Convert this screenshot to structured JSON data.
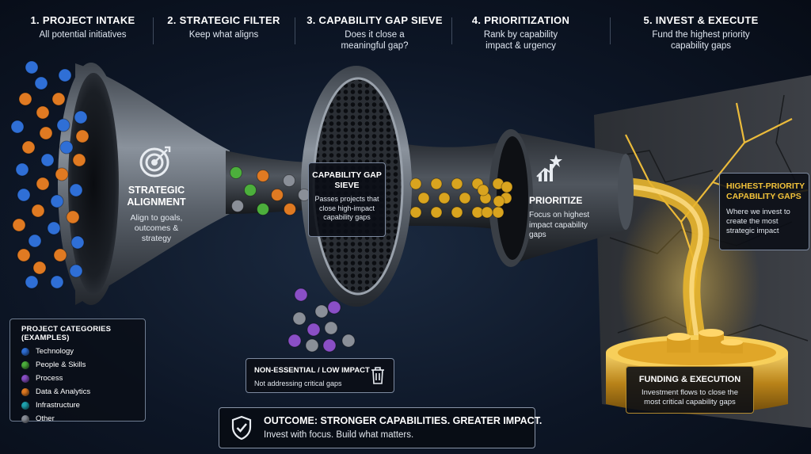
{
  "steps": [
    {
      "title": "1. PROJECT INTAKE",
      "subtitle": "All potential initiatives"
    },
    {
      "title": "2. STRATEGIC FILTER",
      "subtitle": "Keep what aligns"
    },
    {
      "title": "3. CAPABILITY GAP SIEVE",
      "subtitle": "Does it close a\nmeaningful gap?"
    },
    {
      "title": "4. PRIORITIZATION",
      "subtitle": "Rank by capability\nimpact & urgency"
    },
    {
      "title": "5. INVEST & EXECUTE",
      "subtitle": "Fund the highest priority\ncapability gaps"
    }
  ],
  "strategic_alignment": {
    "title": "STRATEGIC\nALIGNMENT",
    "text": "Align to goals,\noutcomes &\nstrategy",
    "icon": "target-icon"
  },
  "sieve": {
    "title": "CAPABILITY GAP\nSIEVE",
    "text": "Passes projects that\nclose high-impact\ncapability gaps"
  },
  "prioritize": {
    "title": "PRIORITIZE",
    "text": "Focus on highest\nimpact capability\ngaps",
    "icon": "bar-chart-icon"
  },
  "highest_priority": {
    "title": "HIGHEST-PRIORITY\nCAPABILITY GAPS",
    "text": "Where we invest to\ncreate the most\nstrategic impact",
    "title_color": "#f2c23a"
  },
  "funding": {
    "title": "FUNDING & EXECUTION",
    "text": "Investment flows to close the\nmost critical capability gaps"
  },
  "rejected": {
    "title": "NON-ESSENTIAL / LOW IMPACT",
    "text": "Not addressing critical gaps",
    "icon": "trash-icon"
  },
  "legend": {
    "title": "PROJECT CATEGORIES (EXAMPLES)",
    "items": [
      {
        "label": "Technology",
        "color": "#2f6fd6"
      },
      {
        "label": "People & Skills",
        "color": "#4caf3c"
      },
      {
        "label": "Process",
        "color": "#8a4fc6"
      },
      {
        "label": "Data & Analytics",
        "color": "#e07a22"
      },
      {
        "label": "Infrastructure",
        "color": "#1fa3b0"
      },
      {
        "label": "Other",
        "color": "#8a8f98"
      }
    ]
  },
  "outcome": {
    "title": "OUTCOME: STRONGER CAPABILITIES. GREATER IMPACT.",
    "text": "Invest with focus. Build what matters.",
    "icon": "shield-check-icon"
  },
  "colors": {
    "gold": "#f2c23a",
    "steel": "#6f7680",
    "background": "#0d1626"
  }
}
